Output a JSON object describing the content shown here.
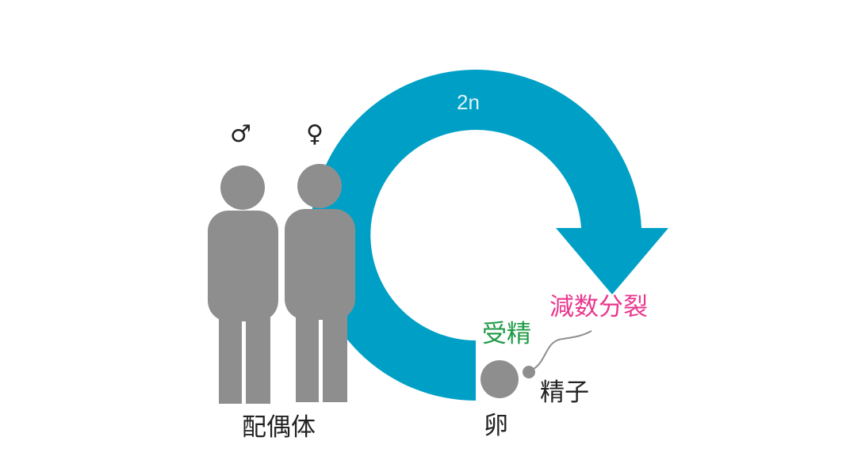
{
  "colors": {
    "cycle_arrow": "#00a0c6",
    "figure": "#8e8e8e",
    "meiosis_label": "#e8388e",
    "fertilization_label": "#1e9a46",
    "text_dark": "#222222",
    "cycle_label_text": "#dff3f8",
    "background": "#ffffff"
  },
  "cycle": {
    "label": "2n",
    "icon": "curved-arrow-clockwise"
  },
  "figures": {
    "male_symbol": "♂",
    "female_symbol": "♀",
    "caption": "配偶体"
  },
  "labels": {
    "meiosis": "減数分裂",
    "fertilization": "受精",
    "sperm": "精子",
    "egg": "卵"
  }
}
